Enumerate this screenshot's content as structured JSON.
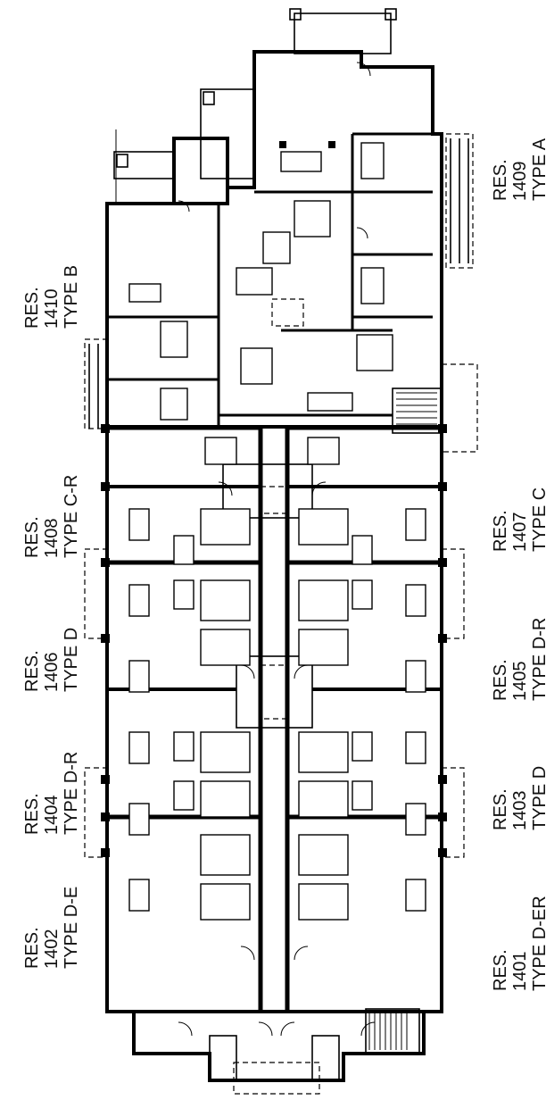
{
  "units": [
    {
      "id": "res-1410",
      "res": "RES.",
      "num": "1410",
      "type": "TYPE B"
    },
    {
      "id": "res-1408",
      "res": "RES.",
      "num": "1408",
      "type": "TYPE C-R"
    },
    {
      "id": "res-1406",
      "res": "RES.",
      "num": "1406",
      "type": "TYPE D"
    },
    {
      "id": "res-1404",
      "res": "RES.",
      "num": "1404",
      "type": "TYPE D-R"
    },
    {
      "id": "res-1402",
      "res": "RES.",
      "num": "1402",
      "type": "TYPE D-E"
    },
    {
      "id": "res-1409",
      "res": "RES.",
      "num": "1409",
      "type": "TYPE A"
    },
    {
      "id": "res-1407",
      "res": "RES.",
      "num": "1407",
      "type": "TYPE C"
    },
    {
      "id": "res-1405",
      "res": "RES.",
      "num": "1405",
      "type": "TYPE D-R"
    },
    {
      "id": "res-1403",
      "res": "RES.",
      "num": "1403",
      "type": "TYPE D"
    },
    {
      "id": "res-1401",
      "res": "RES.",
      "num": "1401",
      "type": "TYPE D-ER"
    }
  ]
}
